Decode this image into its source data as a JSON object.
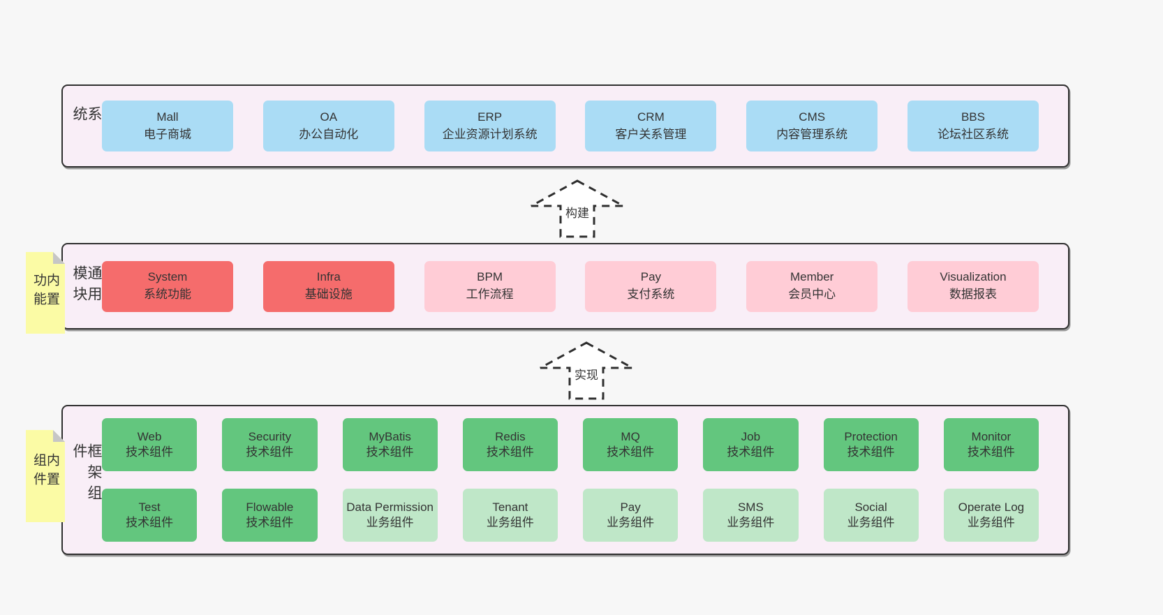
{
  "diagram": {
    "colors": {
      "blue": "#aadcf5",
      "red": "#f56c6c",
      "pink": "#ffccd6",
      "green": "#63c67e",
      "lightgreen": "#bfe7c8",
      "panel": "#f9eef7",
      "tab_yellow": "#fbfba5",
      "text": "#333333"
    },
    "arrows": [
      {
        "label": "构建"
      },
      {
        "label": "实现"
      }
    ],
    "sections": [
      {
        "label": "业务系统",
        "boxes": [
          {
            "title": "Mall",
            "subtitle": "电子商城",
            "variant": "blue"
          },
          {
            "title": "OA",
            "subtitle": "办公自动化",
            "variant": "blue"
          },
          {
            "title": "ERP",
            "subtitle": "企业资源计划系统",
            "variant": "blue"
          },
          {
            "title": "CRM",
            "subtitle": "客户关系管理",
            "variant": "blue"
          },
          {
            "title": "CMS",
            "subtitle": "内容管理系统",
            "variant": "blue"
          },
          {
            "title": "BBS",
            "subtitle": "论坛社区系统",
            "variant": "blue"
          }
        ]
      },
      {
        "label": "通用模块",
        "tab": "内置功能",
        "boxes": [
          {
            "title": "System",
            "subtitle": "系统功能",
            "variant": "red"
          },
          {
            "title": "Infra",
            "subtitle": "基础设施",
            "variant": "red"
          },
          {
            "title": "BPM",
            "subtitle": "工作流程",
            "variant": "pink"
          },
          {
            "title": "Pay",
            "subtitle": "支付系统",
            "variant": "pink"
          },
          {
            "title": "Member",
            "subtitle": "会员中心",
            "variant": "pink"
          },
          {
            "title": "Visualization",
            "subtitle": "数据报表",
            "variant": "pink"
          }
        ]
      },
      {
        "label": "框架组件",
        "tab": "内置组件",
        "boxes": [
          {
            "title": "Web",
            "subtitle": "技术组件",
            "variant": "green"
          },
          {
            "title": "Security",
            "subtitle": "技术组件",
            "variant": "green"
          },
          {
            "title": "MyBatis",
            "subtitle": "技术组件",
            "variant": "green"
          },
          {
            "title": "Redis",
            "subtitle": "技术组件",
            "variant": "green"
          },
          {
            "title": "MQ",
            "subtitle": "技术组件",
            "variant": "green"
          },
          {
            "title": "Job",
            "subtitle": "技术组件",
            "variant": "green"
          },
          {
            "title": "Protection",
            "subtitle": "技术组件",
            "variant": "green"
          },
          {
            "title": "Monitor",
            "subtitle": "技术组件",
            "variant": "green"
          },
          {
            "title": "Test",
            "subtitle": "技术组件",
            "variant": "green"
          },
          {
            "title": "Flowable",
            "subtitle": "技术组件",
            "variant": "green"
          },
          {
            "title": "Data Permission",
            "subtitle": "业务组件",
            "variant": "lightgreen"
          },
          {
            "title": "Tenant",
            "subtitle": "业务组件",
            "variant": "lightgreen"
          },
          {
            "title": "Pay",
            "subtitle": "业务组件",
            "variant": "lightgreen"
          },
          {
            "title": "SMS",
            "subtitle": "业务组件",
            "variant": "lightgreen"
          },
          {
            "title": "Social",
            "subtitle": "业务组件",
            "variant": "lightgreen"
          },
          {
            "title": "Operate Log",
            "subtitle": "业务组件",
            "variant": "lightgreen"
          }
        ]
      }
    ]
  }
}
